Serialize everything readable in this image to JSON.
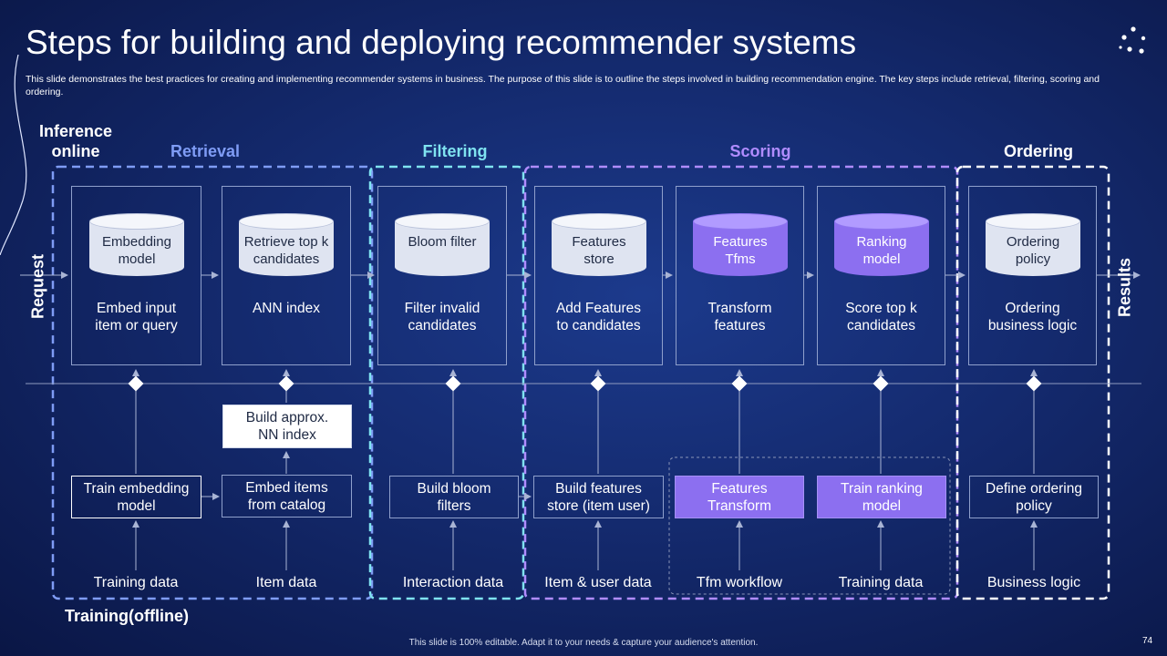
{
  "title": "Steps for building and deploying recommender systems",
  "description": "This slide demonstrates the best practices for creating and implementing recommender systems in business. The purpose of this slide is to outline the steps involved in building recommendation engine. The key steps include retrieval, filtering, scoring and ordering.",
  "labels": {
    "inference_line1": "Inference",
    "inference_line2": "online",
    "training": "Training(offline)",
    "request": "Request",
    "results": "Results"
  },
  "stages": {
    "retrieval": "Retrieval",
    "filtering": "Filtering",
    "scoring": "Scoring",
    "ordering": "Ordering"
  },
  "colors": {
    "retrieval": "#7f9cf5",
    "filtering": "#7fe3f0",
    "scoring": "#b08cff",
    "ordering": "#ffffff"
  },
  "online_cards": [
    {
      "cyl_line1": "Embedding",
      "cyl_line2": "model",
      "label_line1": "Embed input",
      "label_line2": "item or  query"
    },
    {
      "cyl_line1": "Retrieve top k",
      "cyl_line2": "candidates",
      "label_line1": "ANN index",
      "label_line2": ""
    },
    {
      "cyl_line1": "Bloom filter",
      "cyl_line2": "",
      "label_line1": "Filter invalid",
      "label_line2": "candidates"
    },
    {
      "cyl_line1": "Features",
      "cyl_line2": "store",
      "label_line1": "Add Features",
      "label_line2": "to candidates"
    },
    {
      "cyl_line1": "Features",
      "cyl_line2": "Tfms",
      "label_line1": "Transform",
      "label_line2": "features"
    },
    {
      "cyl_line1": "Ranking",
      "cyl_line2": "model",
      "label_line1": "Score top k",
      "label_line2": "candidates"
    },
    {
      "cyl_line1": "Ordering",
      "cyl_line2": "policy",
      "label_line1": "Ordering",
      "label_line2": "business logic"
    }
  ],
  "offline_boxes": {
    "build_ann": {
      "line1": "Build approx.",
      "line2": "NN index"
    },
    "train_embedding": {
      "line1": "Train embedding",
      "line2": "model"
    },
    "embed_items": {
      "line1": "Embed items",
      "line2": "from catalog"
    },
    "build_bloom": {
      "line1": "Build bloom",
      "line2": "filters"
    },
    "build_features": {
      "line1": "Build features",
      "line2": "store (item user)"
    },
    "features_transform": {
      "line1": "Features",
      "line2": "Transform"
    },
    "train_ranking": {
      "line1": "Train ranking",
      "line2": "model"
    },
    "define_ordering": {
      "line1": "Define ordering",
      "line2": "policy"
    }
  },
  "sources": [
    "Training data",
    "Item  data",
    "Interaction  data",
    "Item & user data",
    "Tfm workflow",
    "Training data",
    "Business logic"
  ],
  "footer": "This slide is 100% editable. Adapt it to your needs & capture your audience's attention.",
  "page_number": "74"
}
